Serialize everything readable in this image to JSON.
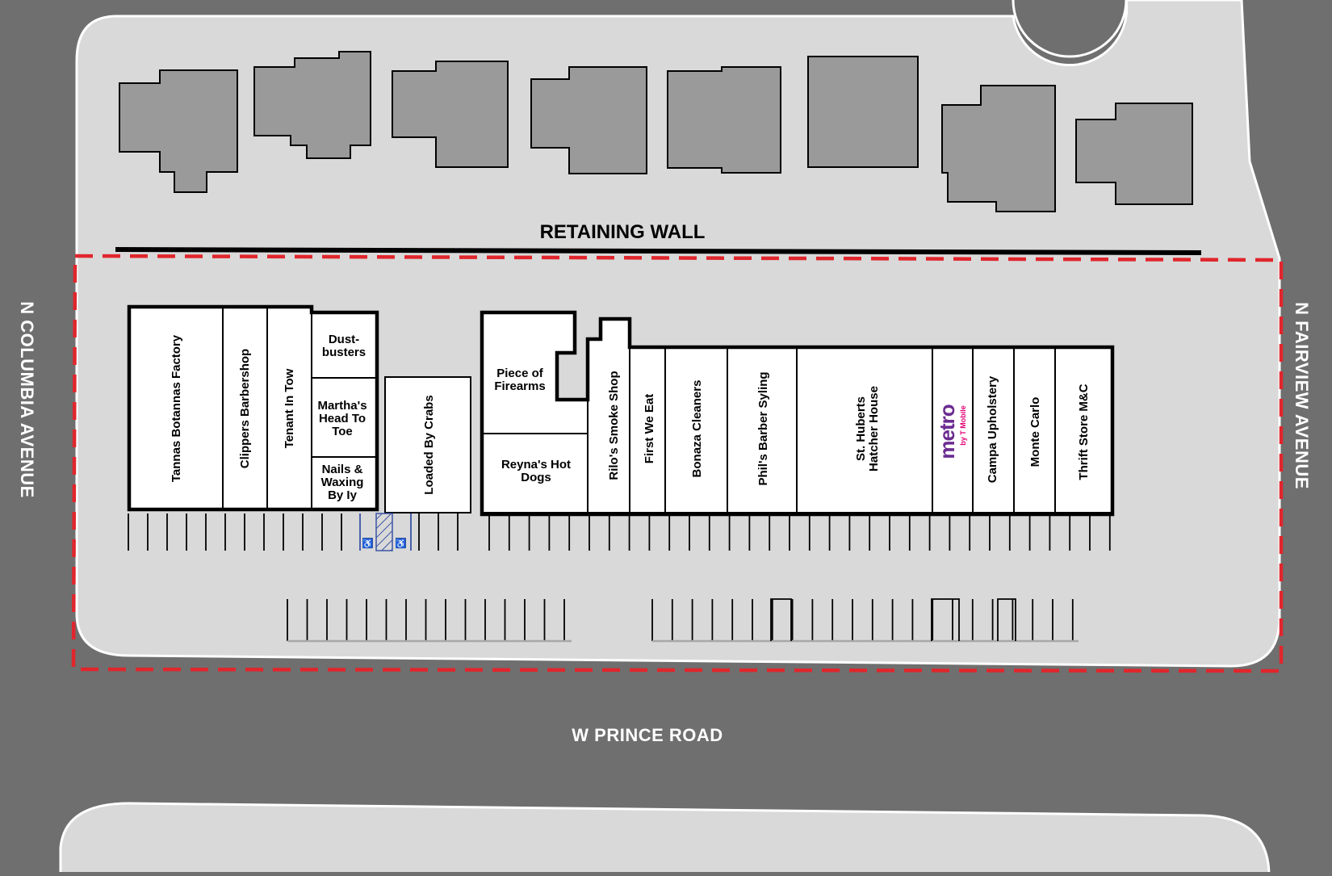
{
  "map": {
    "labels": {
      "retaining_wall": "RETAINING WALL",
      "road_bottom": "W PRINCE ROAD",
      "road_left": "N COLUMBIA AVENUE",
      "road_right": "N FAIRVIEW AVENUE"
    },
    "tenants": [
      "Tannas Botannas Factory",
      "Clippers Barbershop",
      "Tenant In Tow",
      "Dust-busters",
      "Martha's Head To Toe",
      "Nails & Waxing By Iy",
      "Loaded By Crabs",
      "Piece of Firearms",
      "Reyna's Hot Dogs",
      "Rilo's Smoke Shop",
      "First We Eat",
      "Bonaza Cleaners",
      "Phil's Barber Syling",
      "St. Huberts Hatcher House",
      "Campa Upholstery",
      "Monte Carlo",
      "Thrift Store M&C"
    ],
    "logo": {
      "word": "metro",
      "sub": "by T Mobile"
    },
    "colors": {
      "road": "#6f6f6f",
      "lot": "#d9d9d9",
      "house": "#9a9a9a",
      "boundary": "#e0262c",
      "metro_purple": "#6b2c91",
      "tmobile_magenta": "#e20074",
      "accessible_blue": "#3a54a4"
    },
    "icons": [
      "accessible-parking-icon"
    ]
  }
}
